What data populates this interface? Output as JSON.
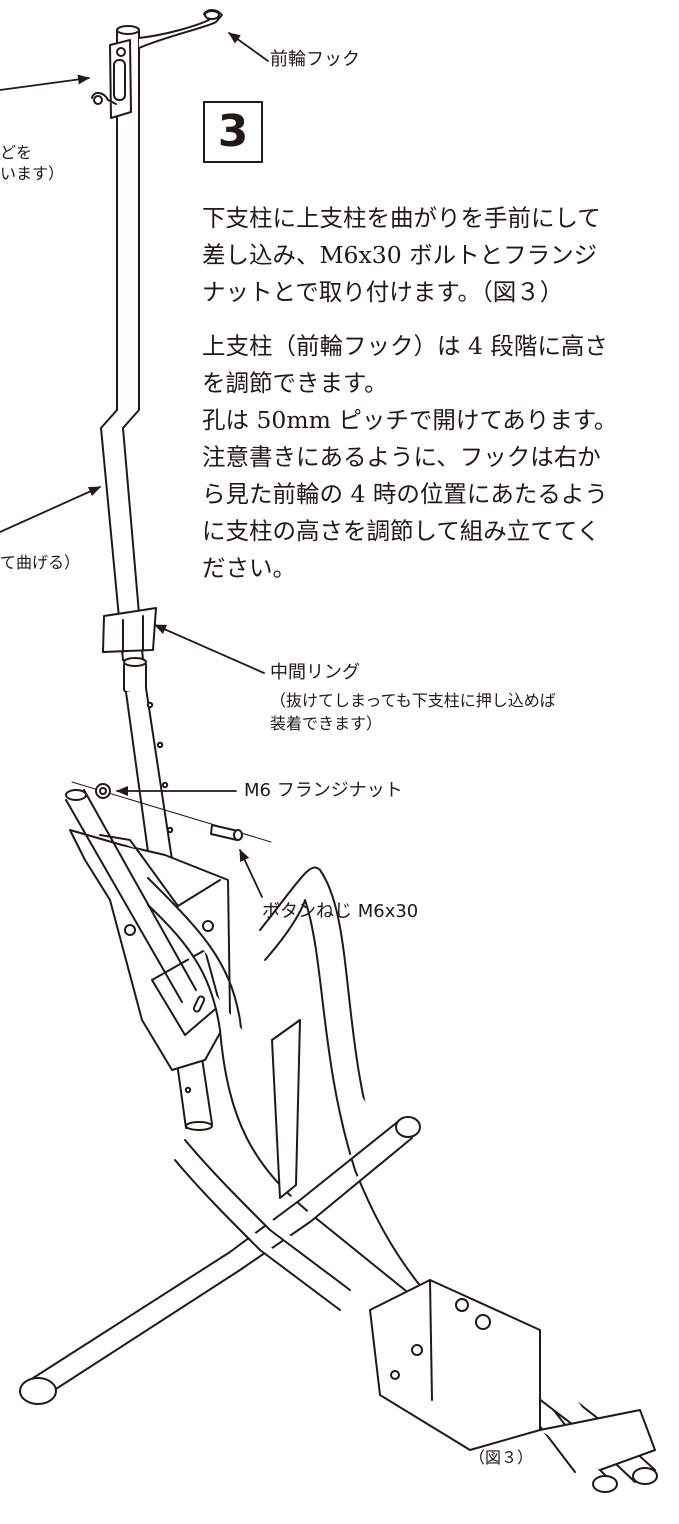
{
  "step": {
    "number": "3"
  },
  "instructions": {
    "para1": [
      "下支柱に上支柱を曲がりを手前にして",
      "差し込み、M6x30 ボルトとフランジ",
      "ナットとで取り付けます。（図３）"
    ],
    "para2": [
      "上支柱（前輪フック）は 4 段階に高さ",
      "を調節できます。",
      "孔は 50mm ピッチで開けてあります。",
      "注意書きにあるように、フックは右か",
      "ら見た前輪の 4 時の位置にあたるよう",
      "に支柱の高さを調節して組み立ててく",
      "ださい。"
    ]
  },
  "labels": {
    "front_hook": "前輪フック",
    "partial_left_1": "どを",
    "partial_left_2": "います）",
    "partial_left_3": "て曲げる）",
    "middle_ring": "中間リング",
    "middle_ring_note_1": "（抜けてしまっても下支柱に押し込めば",
    "middle_ring_note_2": "装着できます）",
    "flange_nut": "M6 フランジナット",
    "button_screw": "ボタンねじ M6x30"
  },
  "figure_caption": "（図３）",
  "colors": {
    "ink": "#231815",
    "background": "#ffffff"
  }
}
